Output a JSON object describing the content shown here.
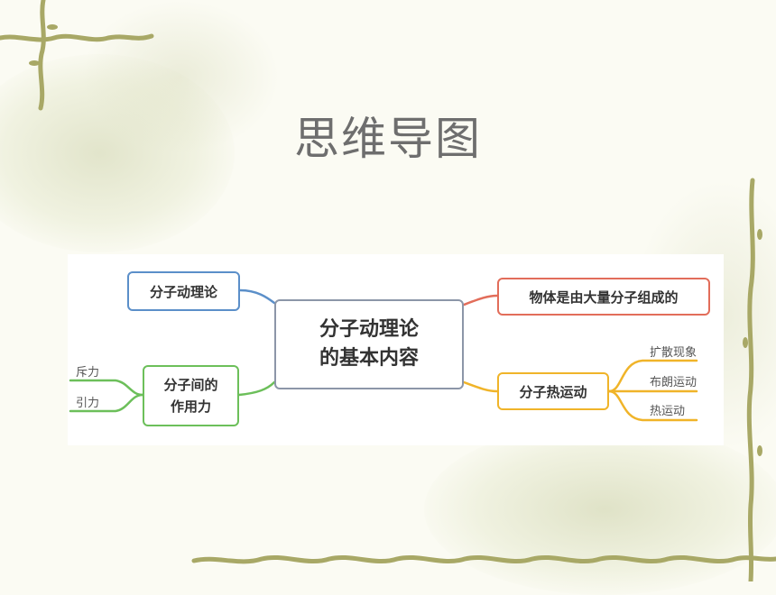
{
  "title": "思维导图",
  "mindmap": {
    "center": {
      "label_line1": "分子动理论",
      "label_line2": "的基本内容"
    },
    "branches": {
      "theory": {
        "label": "分子动理论"
      },
      "composition": {
        "label": "物体是由大量分子组成的"
      },
      "thermal": {
        "label": "分子热运动",
        "leaves": [
          "扩散现象",
          "布朗运动",
          "热运动"
        ]
      },
      "force": {
        "label_line1": "分子间的",
        "label_line2": "作用力",
        "leaves": [
          "斥力",
          "引力"
        ]
      }
    }
  },
  "colors": {
    "blue": "#5b8fc9",
    "red": "#e26d5a",
    "orange": "#f0b429",
    "green": "#6cbf5a",
    "center_border": "#8c96a8",
    "vine": "#a8a866"
  }
}
